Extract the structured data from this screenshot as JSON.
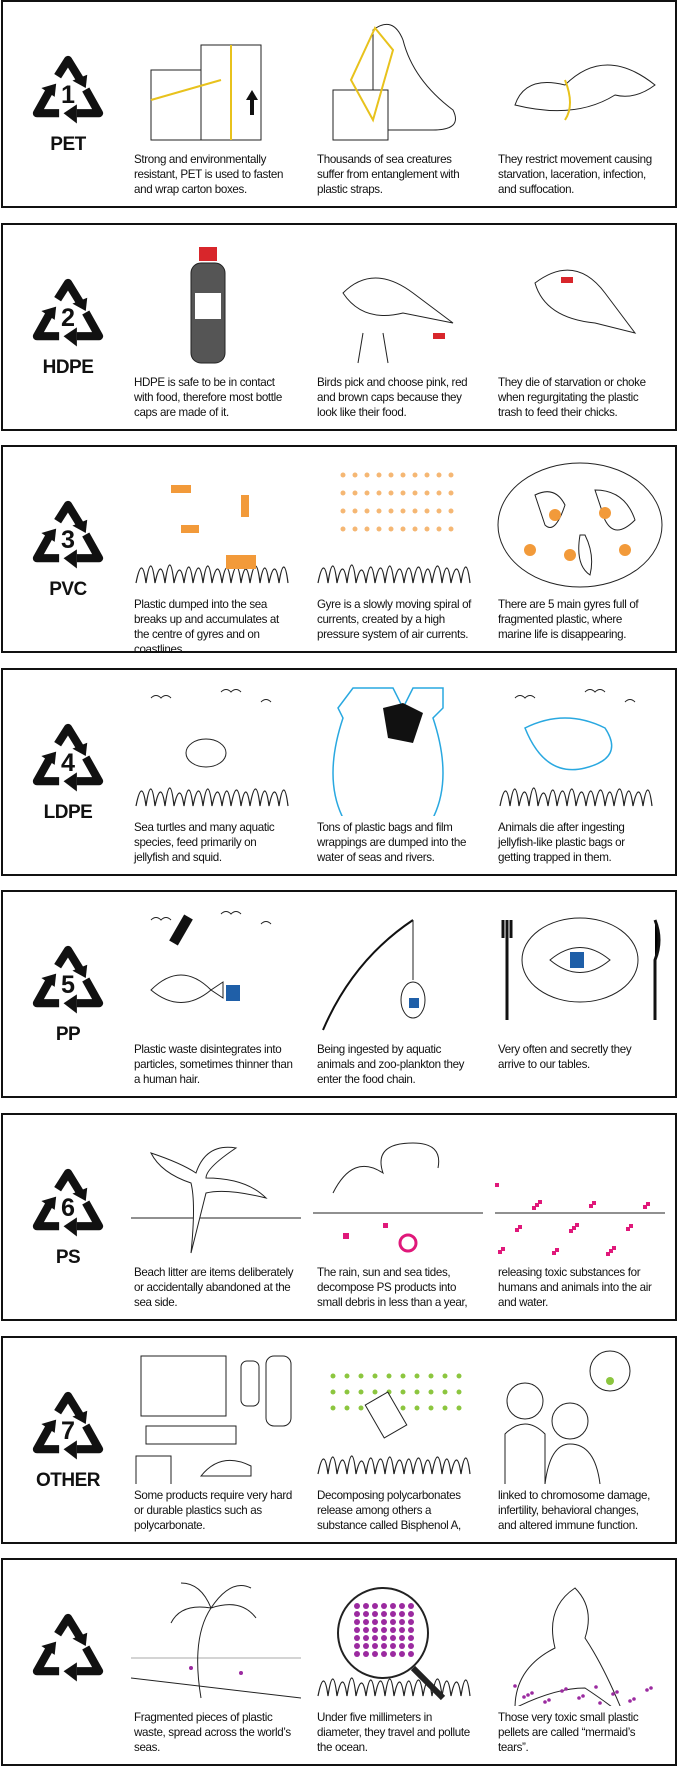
{
  "colors": {
    "pet": "#e8c21c",
    "hdpe": "#d8262b",
    "pvc": "#f29a3a",
    "ldpe": "#29a8e0",
    "pp": "#1f5fa8",
    "ps": "#e0187a",
    "other": "#8cc63f",
    "micro": "#9b2aa0"
  },
  "panels": [
    {
      "number": "1",
      "label": "PET",
      "captions": [
        "Strong and environmentally resistant, PET is used to fasten and wrap carton boxes.",
        "Thousands of sea creatures suffer from entanglement with plastic straps.",
        "They restrict movement causing starvation, laceration, infection, and suffocation."
      ]
    },
    {
      "number": "2",
      "label": "HDPE",
      "captions": [
        "HDPE is safe to be in contact with food, therefore most bottle caps are made of it.",
        "Birds pick and choose pink, red and brown caps because they look like their food.",
        "They die of starvation or choke when regurgitating the plastic trash to feed their chicks."
      ]
    },
    {
      "number": "3",
      "label": "PVC",
      "captions": [
        "Plastic dumped into the sea breaks up and accumulates at the centre of gyres and on coastlines.",
        "Gyre is a slowly moving spiral of currents, created by a high pressure system of air currents.",
        "There are 5 main gyres full of fragmented plastic, where marine life is disappearing."
      ]
    },
    {
      "number": "4",
      "label": "LDPE",
      "captions": [
        "Sea turtles and many aquatic species, feed primarily on jellyfish and squid.",
        "Tons of plastic bags and film wrappings are dumped into the water of seas and rivers.",
        "Animals die after ingesting jellyfish-like plastic bags or getting trapped in them."
      ]
    },
    {
      "number": "5",
      "label": "PP",
      "captions": [
        "Plastic waste disintegrates into particles, sometimes thinner than a human hair.",
        "Being ingested by aquatic animals and zoo-plankton they enter the food chain.",
        "Very often and secretly they arrive to our tables."
      ]
    },
    {
      "number": "6",
      "label": "PS",
      "captions": [
        "Beach litter are items deliberately or accidentally abandoned at the sea side.",
        "The rain, sun and sea tides, decompose PS products into small debris in less than a year,",
        "releasing toxic substances for humans and animals into the air and water."
      ]
    },
    {
      "number": "7",
      "label": "OTHER",
      "captions": [
        "Some products require very hard or durable plastics such as polycarbonate.",
        "Decomposing polycarbonates release among others a substance called Bisphenol A,",
        "linked to chromosome damage, infertility, behavioral changes, and altered immune function."
      ]
    },
    {
      "number": "",
      "label": "",
      "captions": [
        "Fragmented pieces of plastic waste, spread across the world’s seas.",
        "Under five millimeters in diameter, they travel and pollute the ocean.",
        "Those very toxic small plastic pellets are called “mermaid’s tears”."
      ]
    }
  ]
}
